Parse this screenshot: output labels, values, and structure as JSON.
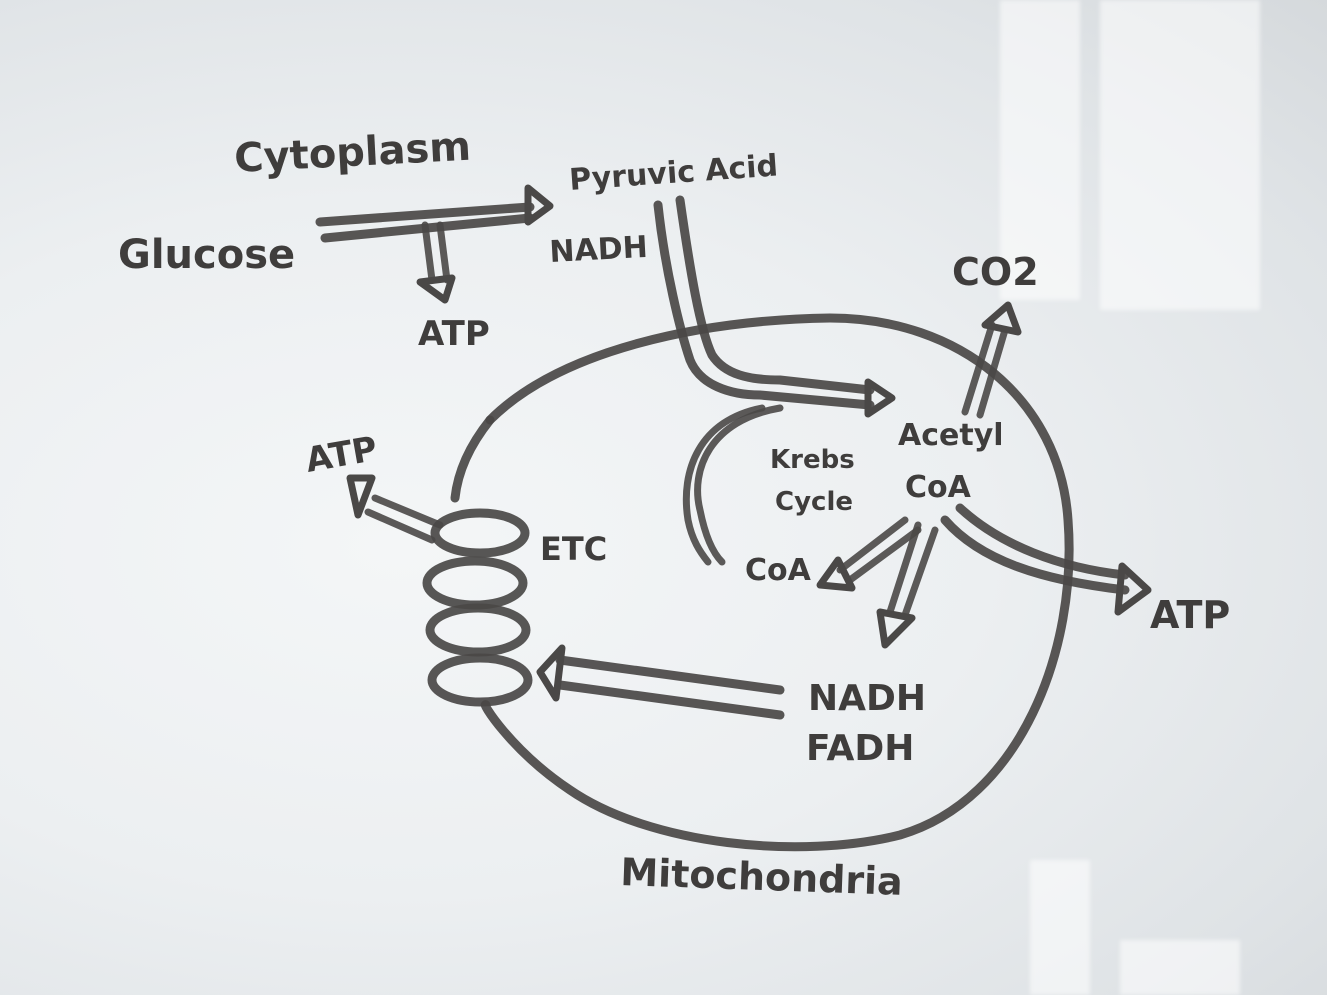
{
  "diagram": {
    "labels": {
      "cytoplasm": "Cytoplasm",
      "glucose": "Glucose",
      "pyruvic_acid": "Pyruvic Acid",
      "nadh_top": "NADH",
      "atp_glycolysis": "ATP",
      "co2": "CO2",
      "acetyl_coa_line1": "Acetyl",
      "acetyl_coa_line2": "CoA",
      "krebs_line1": "Krebs",
      "krebs_line2": "Cycle",
      "coa": "CoA",
      "atp_krebs": "ATP",
      "nadh_bottom": "NADH",
      "fadh": "FADH",
      "etc": "ETC",
      "atp_etc": "ATP",
      "mitochondria": "Mitochondria"
    },
    "ink_color": "#4a4847"
  }
}
